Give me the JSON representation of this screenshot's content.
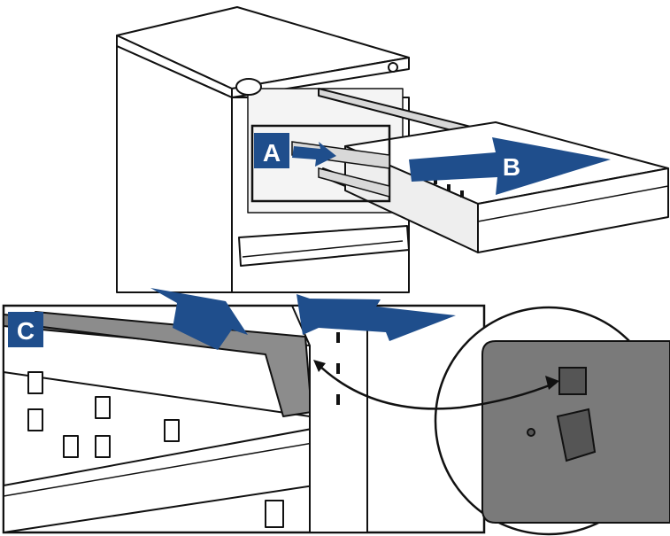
{
  "labels": {
    "a": "A",
    "b": "B",
    "c": "C"
  },
  "colors": {
    "accent_blue": "#1f4e8c",
    "label_box": "#1f4e8c",
    "line": "#111111",
    "panel_fill": "#ffffff",
    "button_gray": "#7a7a7a",
    "button_dark": "#555555"
  },
  "icons": {
    "arrow_a": "slide-out-arrow",
    "arrow_b": "pull-drawer-arrow",
    "arrow_c_up": "lift-arrow",
    "arrow_c_right": "pull-arrow",
    "callout": "curved-pointer-arrow"
  }
}
